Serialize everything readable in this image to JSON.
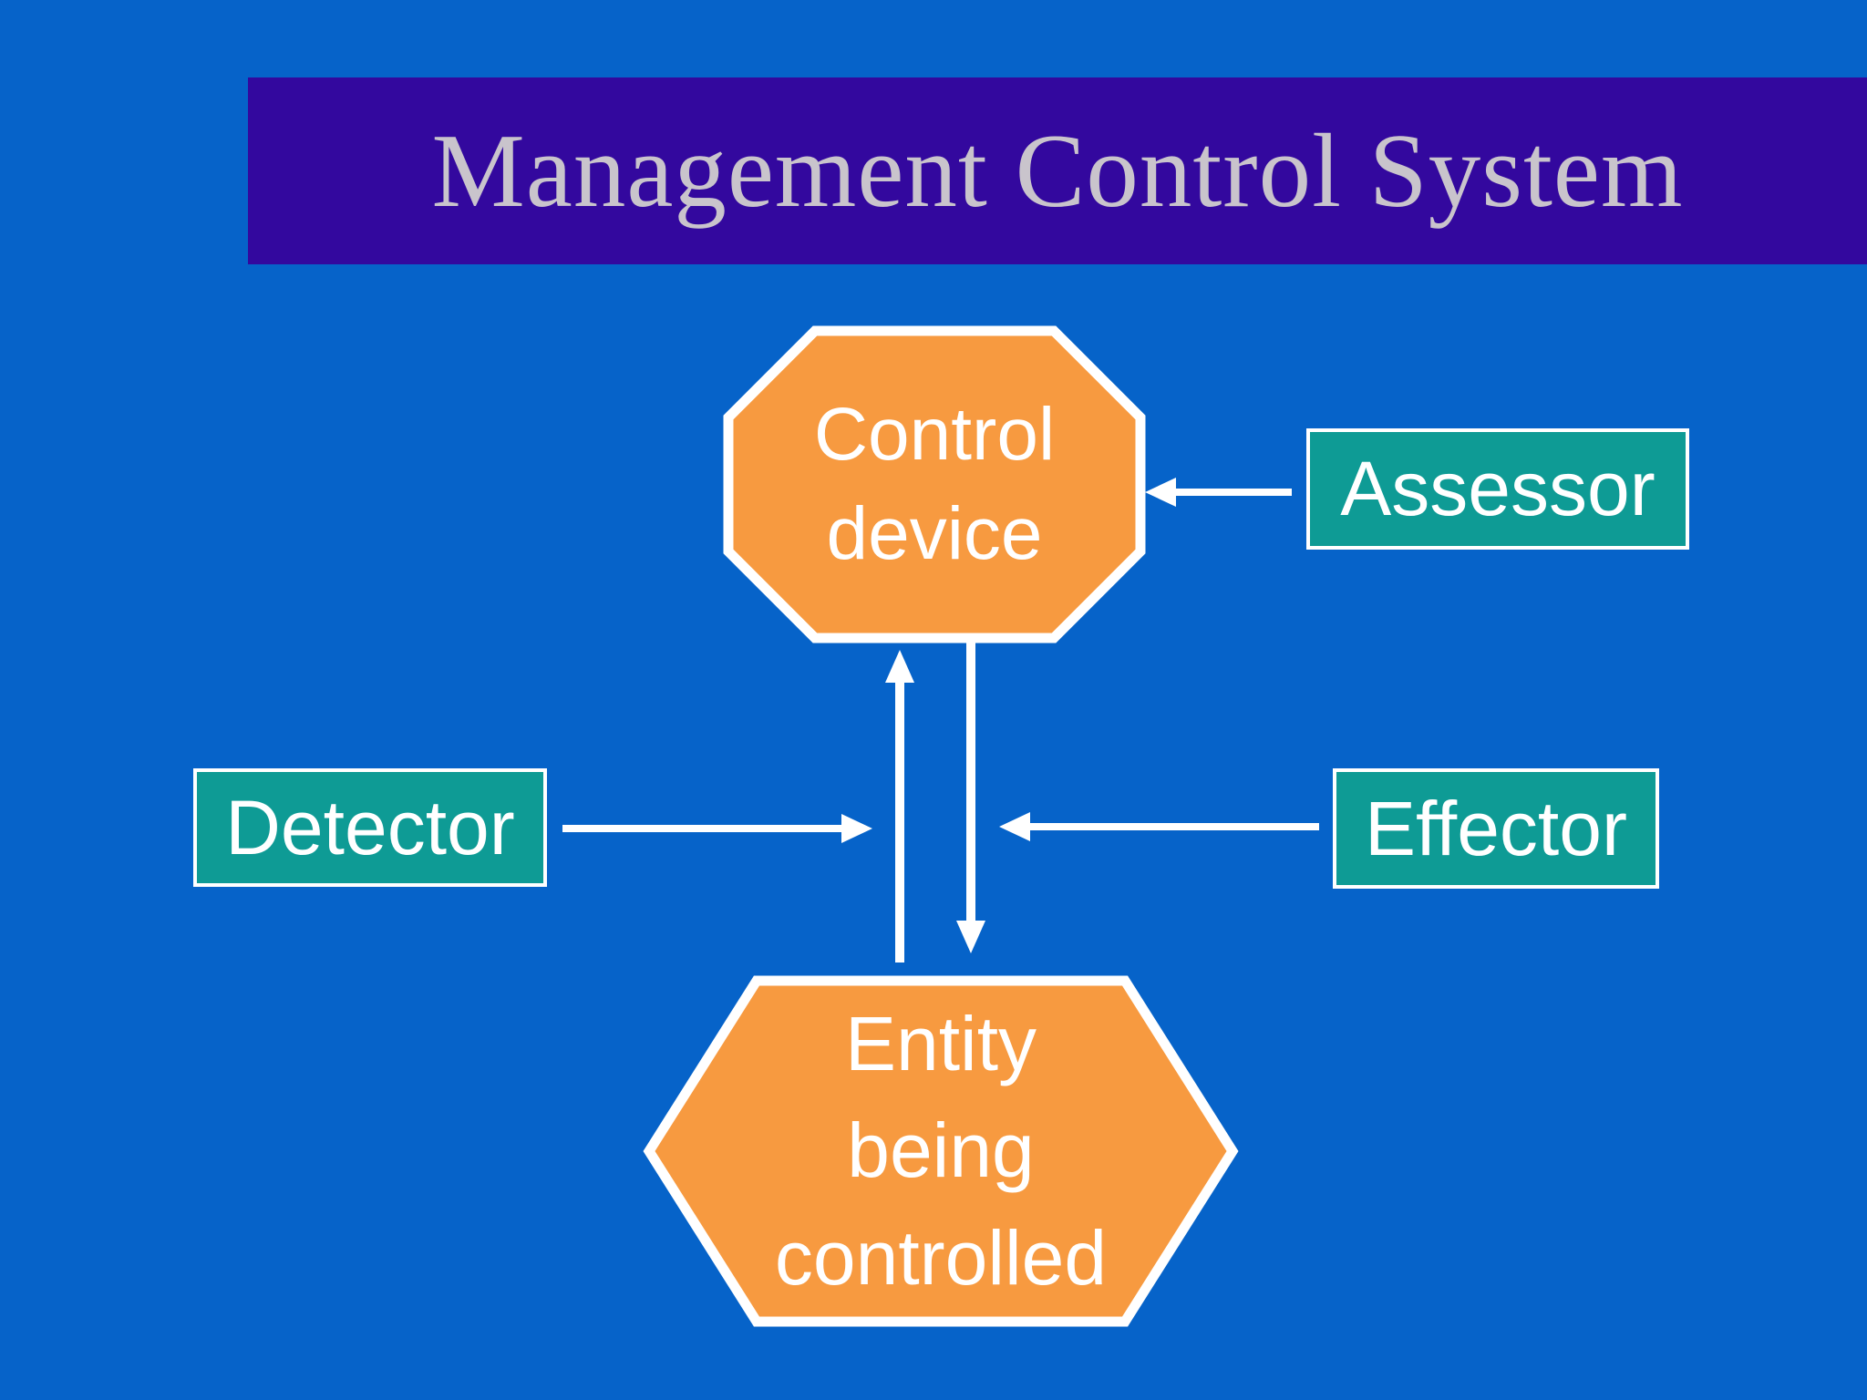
{
  "slide": {
    "title": "Management Control System"
  },
  "diagram": {
    "control_device": {
      "lines": [
        "Control",
        "device"
      ]
    },
    "entity": {
      "lines": [
        "Entity",
        "being",
        "controlled"
      ]
    },
    "assessor": {
      "label": "Assessor"
    },
    "detector": {
      "label": "Detector"
    },
    "effector": {
      "label": "Effector"
    }
  },
  "colors": {
    "background": "#0663c9",
    "title-bar": "#33089e",
    "title-text": "#c9c4cc",
    "shape-fill": "#f79a40",
    "tag-fill": "#0e9b95",
    "line": "#ffffff"
  }
}
